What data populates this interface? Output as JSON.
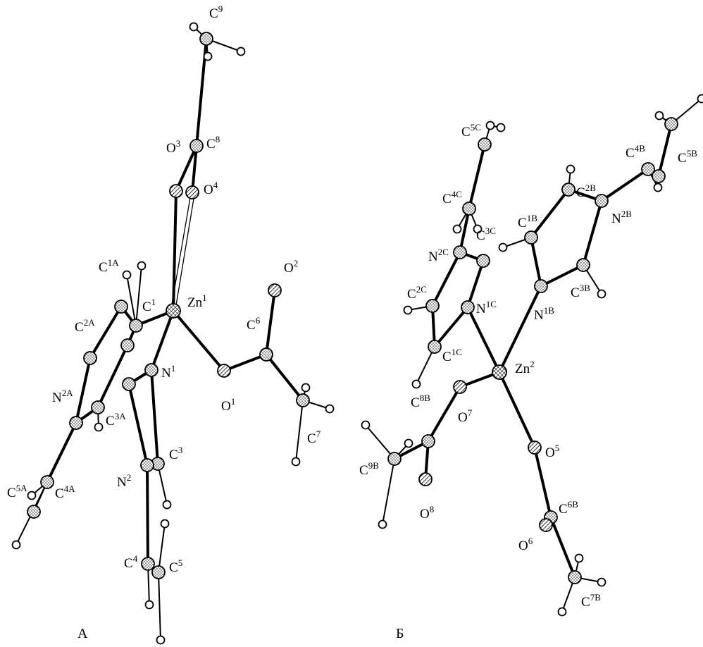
{
  "panels": {
    "left": "А",
    "right": "Б"
  },
  "labels": {
    "C9": [
      "C",
      "9"
    ],
    "O3": [
      "O",
      "3"
    ],
    "C8": [
      "C",
      "8"
    ],
    "O4": [
      "O",
      "4"
    ],
    "O2": [
      "O",
      "2"
    ],
    "C1A": [
      "C",
      "1A"
    ],
    "Zn1": [
      "Zn",
      "1"
    ],
    "C1": [
      "C",
      "1"
    ],
    "C6": [
      "C",
      "6"
    ],
    "C2A": [
      "C",
      "2A"
    ],
    "N1": [
      "N",
      "1"
    ],
    "N2A": [
      "N",
      "2A"
    ],
    "O1": [
      "O",
      "1"
    ],
    "C3A": [
      "C",
      "3A"
    ],
    "C7": [
      "C",
      "7"
    ],
    "C3": [
      "C",
      "3"
    ],
    "N2": [
      "N",
      "2"
    ],
    "C5A": [
      "C",
      "5A"
    ],
    "C4A": [
      "C",
      "4A"
    ],
    "C4": [
      "C",
      "4"
    ],
    "C5": [
      "C",
      "5"
    ],
    "C5C": [
      "C",
      "5C"
    ],
    "C4B": [
      "C",
      "4B"
    ],
    "C5B": [
      "C",
      "5B"
    ],
    "C2B": [
      "C",
      "2B"
    ],
    "C4C": [
      "C",
      "4C"
    ],
    "C1B": [
      "C",
      "1B"
    ],
    "N2B": [
      "N",
      "2B"
    ],
    "C3C": [
      "C",
      "3C"
    ],
    "N2C": [
      "N",
      "2C"
    ],
    "C3B": [
      "C",
      "3B"
    ],
    "C2C": [
      "C",
      "2C"
    ],
    "N1C": [
      "N",
      "1C"
    ],
    "N1B": [
      "N",
      "1B"
    ],
    "C1C": [
      "C",
      "1C"
    ],
    "Zn2": [
      "Zn",
      "2"
    ],
    "C8B": [
      "C",
      "8B"
    ],
    "O7": [
      "O",
      "7"
    ],
    "O5": [
      "O",
      "5"
    ],
    "C9B": [
      "C",
      "9B"
    ],
    "O8": [
      "O",
      "8"
    ],
    "C6B": [
      "C",
      "6B"
    ],
    "O6": [
      "O",
      "6"
    ],
    "C7B": [
      "C",
      "7B"
    ]
  }
}
